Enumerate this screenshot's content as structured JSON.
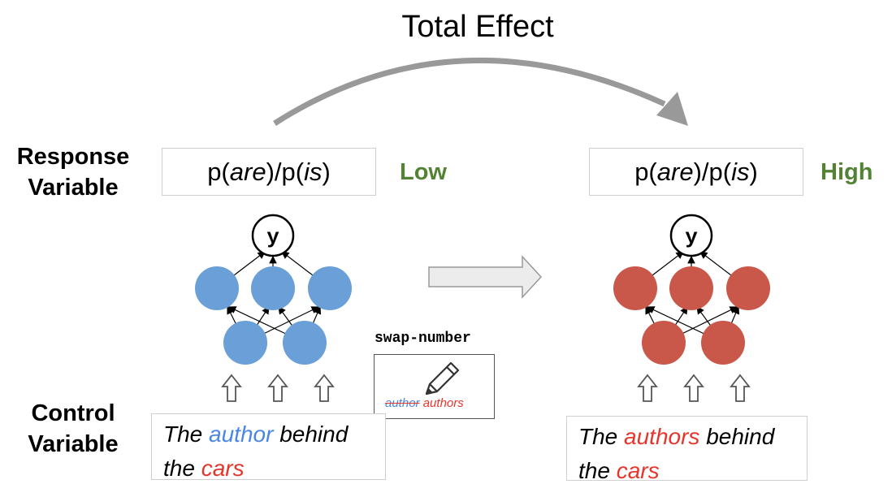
{
  "title": "Total Effect",
  "labels": {
    "response_line1": "Response",
    "response_line2": "Variable",
    "control_line1": "Control",
    "control_line2": "Variable"
  },
  "left": {
    "response_pre": "p(",
    "response_are": "are",
    "response_mid": ")/p(",
    "response_is": "is",
    "response_post": ")",
    "level": "Low",
    "node_color": "#6a9fd8",
    "output_node": "y",
    "sentence": {
      "w1": "The ",
      "subject": "author",
      "w2": " behind",
      "w3": "the ",
      "object": "cars"
    }
  },
  "right": {
    "response_pre": "p(",
    "response_are": "are",
    "response_mid": ")/p(",
    "response_is": "is",
    "response_post": ")",
    "level": "High",
    "node_color": "#c9574a",
    "output_node": "y",
    "sentence": {
      "w1": "The ",
      "subject": "authors",
      "w2": " behind",
      "w3": "the ",
      "object": "cars"
    }
  },
  "intervention": {
    "label": "swap-number",
    "old_word": "author",
    "new_word": "authors",
    "icon": "pencil-icon"
  },
  "colors": {
    "low_high": "#548235",
    "subject_blue": "#4a86e8",
    "red_text": "#e6352b",
    "arrow_gray": "#999999"
  }
}
